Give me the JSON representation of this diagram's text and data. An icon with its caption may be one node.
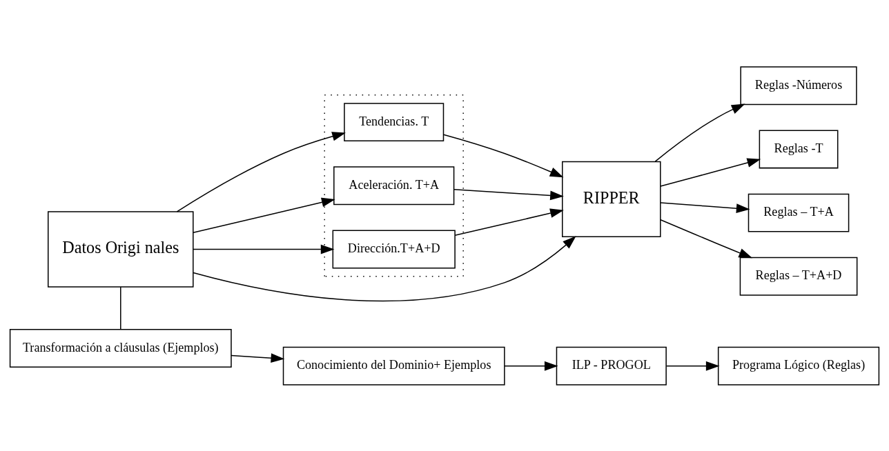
{
  "diagram": {
    "nodes": [
      {
        "text": [
          "Datos Origi nales"
        ]
      },
      {
        "text": [],
        "shape": "box"
      },
      {
        "text": [
          "Tendencias. T"
        ],
        "in": 1
      },
      {
        "text": [
          "Aceleración. T+A"
        ],
        "in": 1
      },
      {
        "text": [
          "Dirección.T+A+D"
        ],
        "in": 1
      },
      {
        "text": [
          "RIPPER"
        ]
      },
      {
        "text": [
          "Reglas -Números"
        ]
      },
      {
        "text": [
          "Reglas -T"
        ]
      },
      {
        "text": [
          "Reglas – T+A"
        ]
      },
      {
        "text": [
          "Reglas – T+A+D"
        ]
      },
      {
        "text": [
          "Transformación a cláusulas (Ejemplos)"
        ]
      },
      {
        "text": [
          "Conocimiento del Dominio+ Ejemplos"
        ]
      },
      {
        "text": [
          "ILP - PROGOL"
        ]
      },
      {
        "text": [
          "Programa Lógico (Reglas)"
        ]
      }
    ],
    "edges": [
      {
        "from": 0,
        "to": 5,
        "arrow": "to"
      },
      {
        "from": 0,
        "to": 2,
        "arrow": "to"
      },
      {
        "from": 0,
        "to": 3,
        "arrow": "to"
      },
      {
        "from": 0,
        "to": 4,
        "arrow": "to"
      },
      {
        "from": 2,
        "to": 5,
        "arrow": "to"
      },
      {
        "from": 3,
        "to": 5,
        "arrow": "to"
      },
      {
        "from": 4,
        "to": 5,
        "arrow": "to"
      },
      {
        "from": 5,
        "to": 6,
        "arrow": "to"
      },
      {
        "from": 5,
        "to": 7,
        "arrow": "to"
      },
      {
        "from": 5,
        "to": 8,
        "arrow": "to"
      },
      {
        "from": 5,
        "to": 9,
        "arrow": "to"
      },
      {
        "from": 0,
        "to": 10,
        "arrow": "none"
      },
      {
        "from": 10,
        "to": 11,
        "arrow": "to"
      },
      {
        "from": 11,
        "to": 12,
        "arrow": "to"
      },
      {
        "from": 12,
        "to": 13,
        "arrow": "to"
      }
    ]
  }
}
